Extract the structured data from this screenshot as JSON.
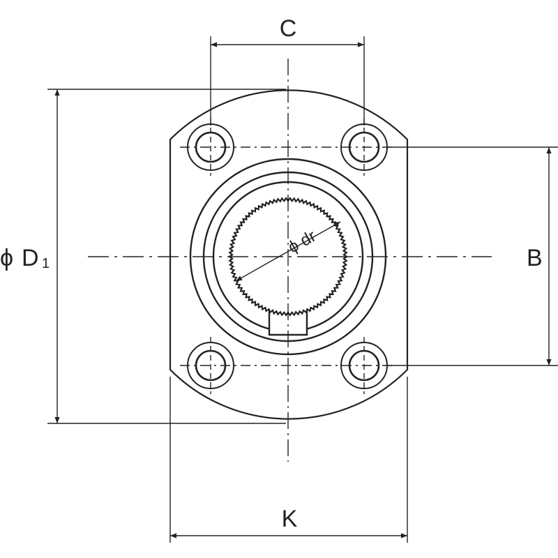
{
  "diagram": {
    "labels": {
      "c": "C",
      "b": "B",
      "k": "K",
      "d1_phi": "ϕ",
      "d1_letter": "D",
      "d1_sub": "1",
      "dr_phi": "ϕ",
      "dr_text": "dr"
    },
    "colors": {
      "line": "#222222",
      "fill": "#ffffff",
      "bore_fill": "#ffffff"
    }
  }
}
